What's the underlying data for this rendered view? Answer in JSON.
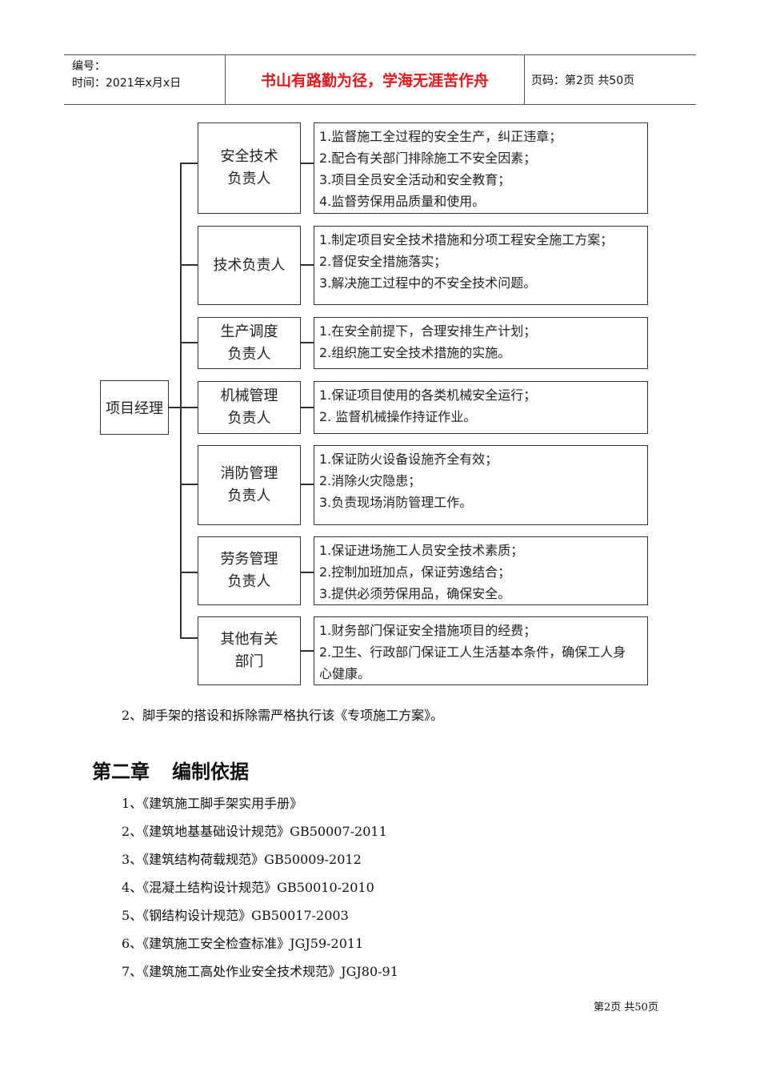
{
  "header": {
    "number_label": "编号：",
    "date_label": "时间：2021年x月x日",
    "motto": "书山有路勤为径，学海无涯苦作舟",
    "page_label": "页码：第2页 共50页"
  },
  "org_chart": {
    "root": "项目经理",
    "roles": [
      {
        "name_lines": [
          "安全技术",
          "负责人"
        ],
        "duties": [
          "1.监督施工全过程的安全生产，纠正违章；",
          "2.配合有关部门排除施工不安全因素；",
          "3.项目全员安全活动和安全教育；",
          "4.监督劳保用品质量和使用。"
        ]
      },
      {
        "name_lines": [
          "技术负责人"
        ],
        "duties": [
          "1.制定项目安全技术措施和分项工程安全施工方案；",
          "2.督促安全措施落实；",
          "3.解决施工过程中的不安全技术问题。"
        ]
      },
      {
        "name_lines": [
          "生产调度",
          "负责人"
        ],
        "duties": [
          "1.在安全前提下，合理安排生产计划；",
          "2.组织施工安全技术措施的实施。"
        ]
      },
      {
        "name_lines": [
          "机械管理",
          "负责人"
        ],
        "duties": [
          "1.保证项目使用的各类机械安全运行；",
          "2. 监督机械操作持证作业。"
        ]
      },
      {
        "name_lines": [
          "消防管理",
          "负责人"
        ],
        "duties": [
          "1.保证防火设备设施齐全有效；",
          "2.消除火灾隐患；",
          "3.负责现场消防管理工作。"
        ]
      },
      {
        "name_lines": [
          "劳务管理",
          "负责人"
        ],
        "duties": [
          "1.保证进场施工人员安全技术素质；",
          "2.控制加班加点，保证劳逸结合；",
          "3.提供必须劳保用品，确保安全。"
        ]
      },
      {
        "name_lines": [
          "其他有关",
          "部门"
        ],
        "duties": [
          "1.财务部门保证安全措施项目的经费；",
          "2.卫生、行政部门保证工人生活基本条件，确保工人身",
          "心健康。"
        ]
      }
    ]
  },
  "body": {
    "scaffold_note": "2、脚手架的搭设和拆除需严格执行该《专项施工方案》。",
    "chapter": {
      "number": "第二章",
      "title": "编制依据"
    },
    "references": [
      "1、《建筑施工脚手架实用手册》",
      "2、《建筑地基基础设计规范》GB50007-2011",
      "3、《建筑结构荷载规范》GB50009-2012",
      "4、《混凝土结构设计规范》GB50010-2010",
      "5、《钢结构设计规范》GB50017-2003",
      "6、《建筑施工安全检查标准》JGJ59-2011",
      "7、《建筑施工高处作业安全技术规范》JGJ80-91"
    ]
  },
  "footer": {
    "page_text": "第2页 共50页"
  }
}
